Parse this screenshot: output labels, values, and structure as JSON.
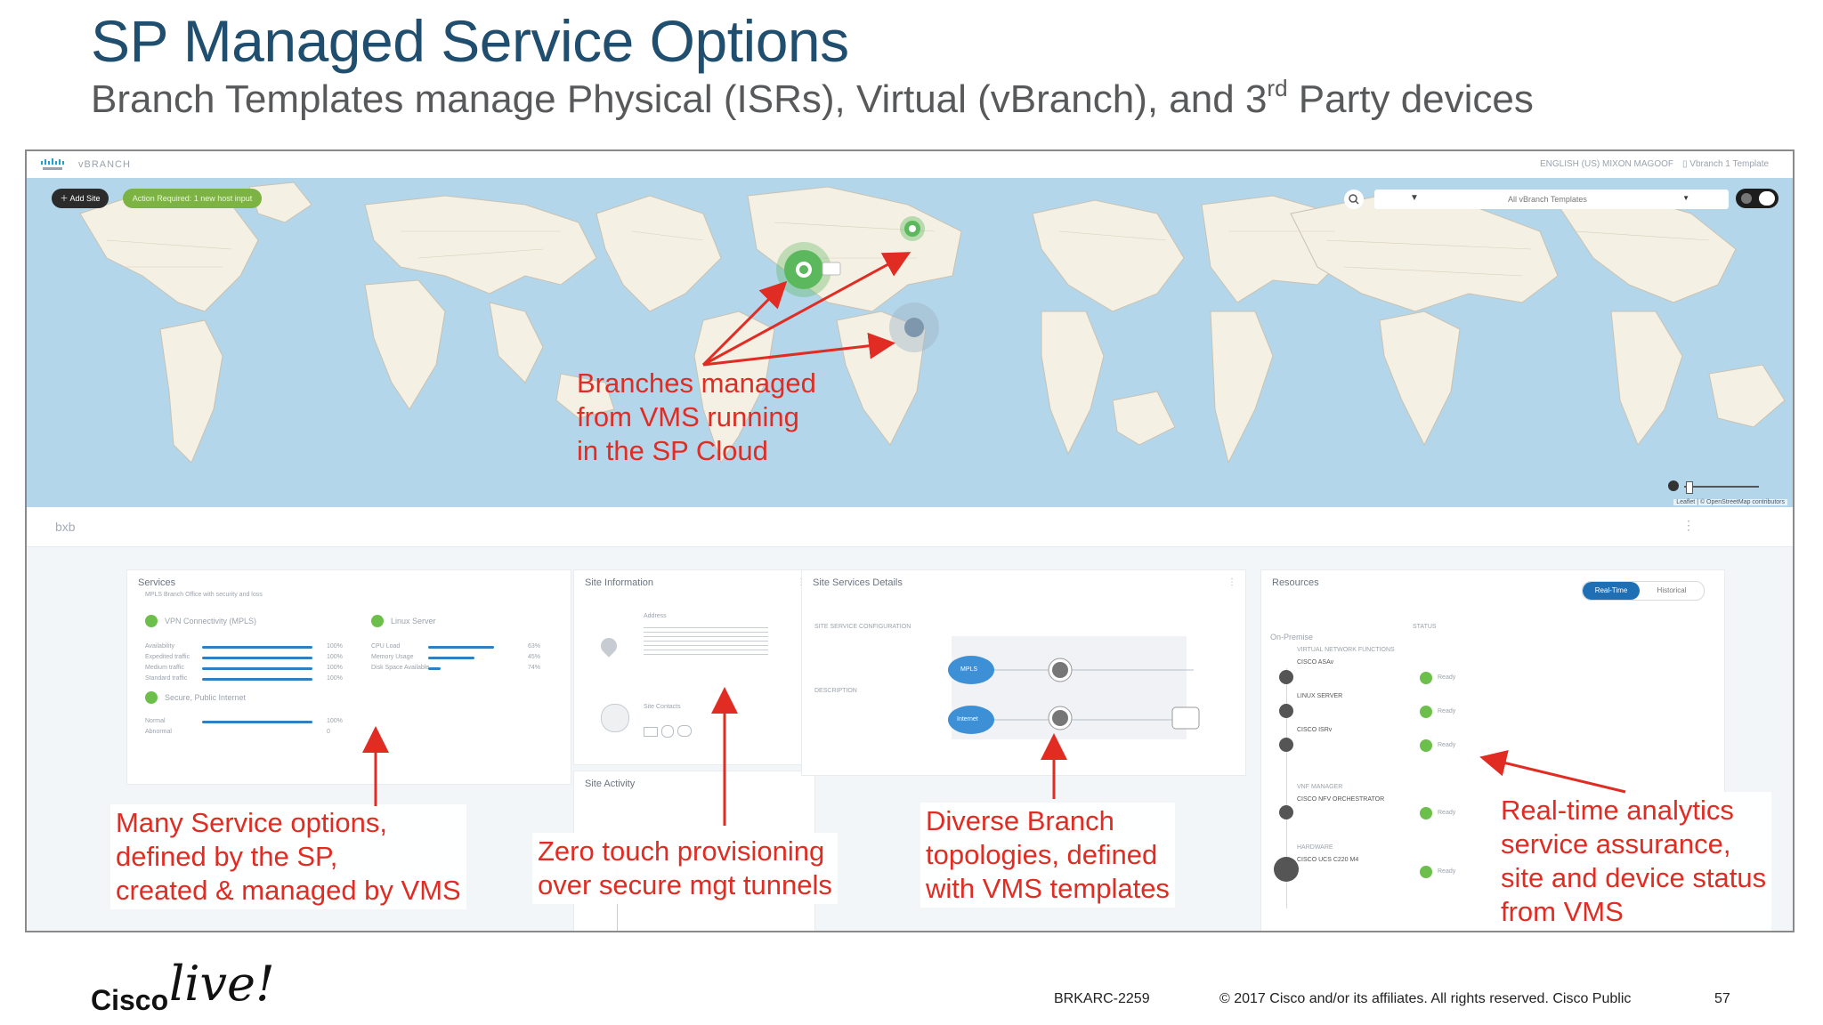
{
  "slide": {
    "title": "SP Managed Service Options",
    "subtitle_main": "Branch Templates manage Physical (ISRs), Virtual (vBranch), and 3",
    "subtitle_sup": "rd",
    "subtitle_end": " Party devices"
  },
  "app": {
    "name": "vBRANCH",
    "add_site_label": "Add Site",
    "alert_label": "Action Required: 1 new host input",
    "filter_label": "All vBranch Templates",
    "leaflet_credit": "Leaflet | © OpenStreetMap contributors",
    "site_name": "bxb"
  },
  "panels": {
    "services": {
      "title": "Services",
      "vpn": "VPN Connectivity (MPLS)",
      "linux": "Linux Server",
      "secure": "Secure, Public Internet",
      "vpn_rows": [
        "Availability",
        "Expedited traffic",
        "Medium traffic",
        "Standard traffic"
      ],
      "vpn_values": [
        "100%",
        "100%",
        "100%",
        "100%"
      ],
      "linux_rows": [
        "CPU Load",
        "Memory Usage",
        "Disk Space Available"
      ],
      "linux_values": [
        "63%",
        "45%",
        "74%"
      ],
      "secure_rows": [
        "Normal",
        "Abnormal"
      ],
      "secure_values": [
        "100%",
        "0"
      ]
    },
    "site_info": {
      "title": "Site Information",
      "address_label": "Address",
      "contact_label": "Site Contacts"
    },
    "site_activity": {
      "title": "Site Activity"
    },
    "site_services": {
      "title": "Site Services Details",
      "config_label": "SITE SERVICE CONFIGURATION",
      "desc_label": "DESCRIPTION",
      "cloud1": "MPLS",
      "cloud2": "Internet"
    },
    "resources": {
      "title": "Resources",
      "realtime": "Real-Time",
      "historical": "Historical",
      "on_premise": "On-Premise",
      "vnf_header": "VIRTUAL NETWORK FUNCTIONS",
      "col_status": "STATUS",
      "items": [
        {
          "name": "CISCO ASAv",
          "status": "Ready"
        },
        {
          "name": "LINUX SERVER",
          "status": "Ready"
        },
        {
          "name": "CISCO ISRv",
          "status": "Ready"
        },
        {
          "name": "CISCO NFV ORCHESTRATOR",
          "status": "Ready"
        },
        {
          "name": "CISCO UCS C220 M4",
          "status": "Ready"
        }
      ],
      "vnf_manager": "VNF MANAGER",
      "hardware": "HARDWARE"
    }
  },
  "callouts": {
    "branches": [
      "Branches managed",
      "from VMS running",
      "in the SP Cloud"
    ],
    "services": [
      "Many Service options,",
      "defined by the SP,",
      "created & managed by VMS"
    ],
    "ztp": [
      "Zero touch provisioning",
      "over secure mgt tunnels"
    ],
    "topologies": [
      "Diverse Branch",
      "topologies, defined",
      "with VMS templates"
    ],
    "analytics": [
      "Real-time analytics",
      "service assurance,",
      "site and device status",
      "from VMS"
    ]
  },
  "footer": {
    "brand": "Cisco",
    "brand_live": "live!",
    "session": "BRKARC-2259",
    "copyright": "© 2017  Cisco and/or its affiliates. All rights reserved.   Cisco Public",
    "page": "57"
  },
  "colors": {
    "title": "#1f4e6e",
    "callout": "#e02c23",
    "ocean": "#b3d6ea",
    "land": "#f4f0e4",
    "ok": "#6dbf4b"
  }
}
